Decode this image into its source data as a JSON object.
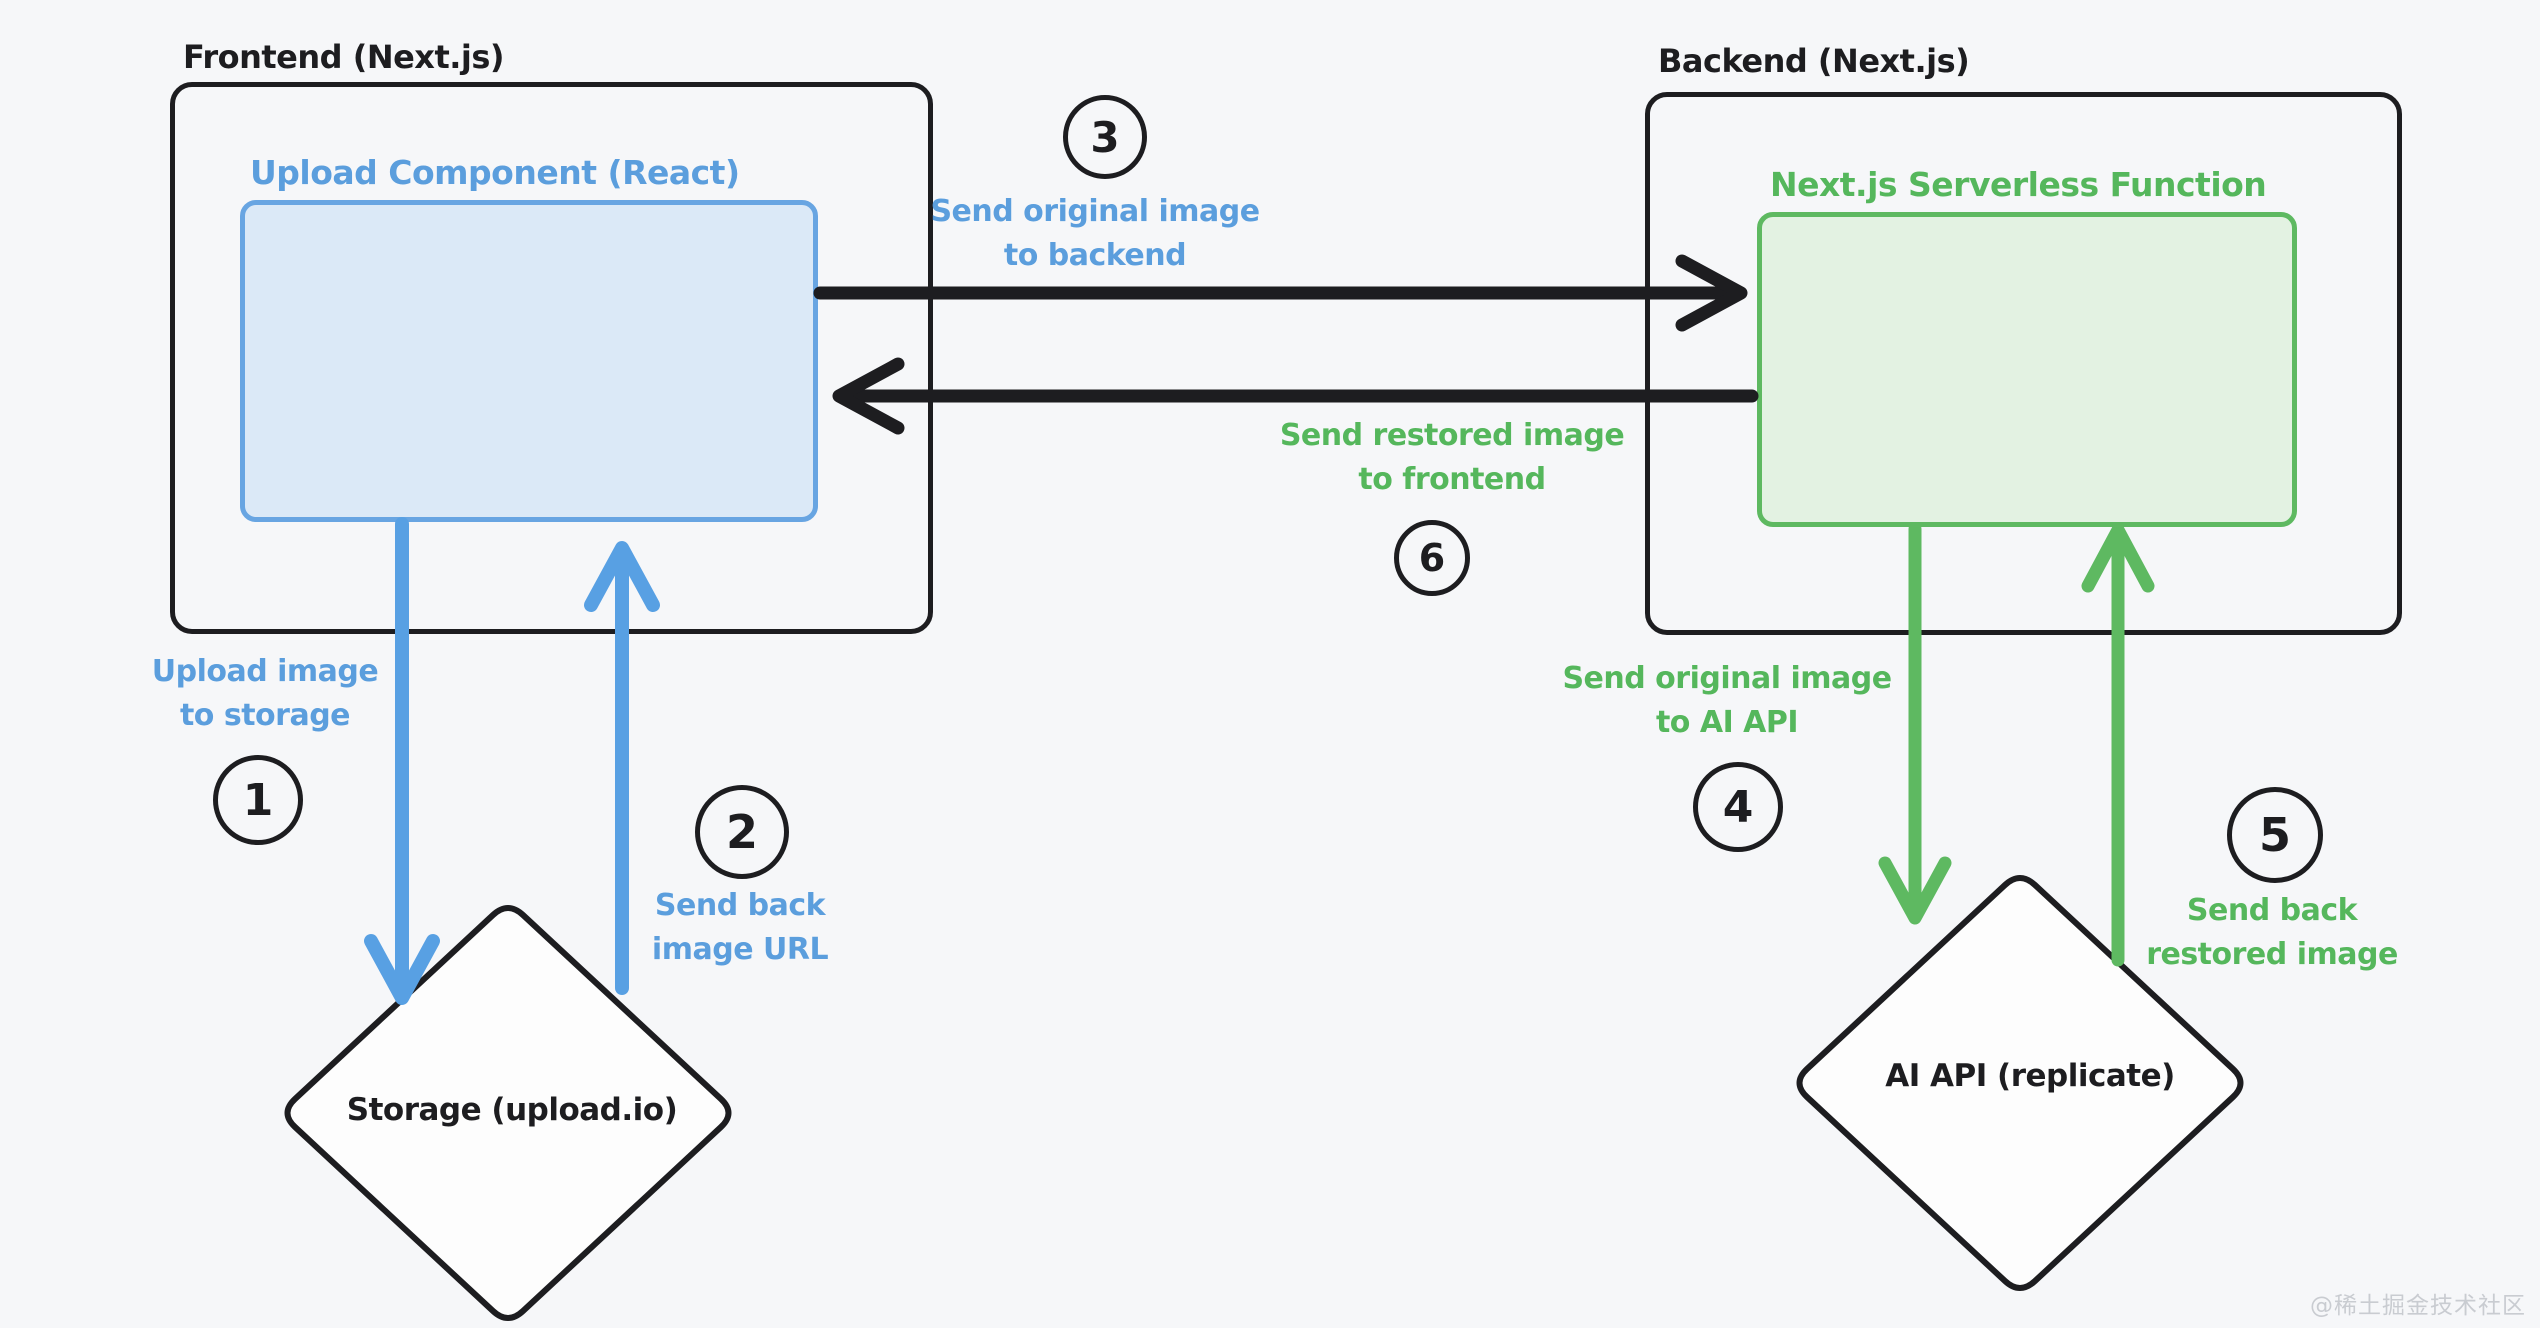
{
  "page": {
    "background": "#f6f7f9",
    "watermark": "@稀土掘金技术社区"
  },
  "palette": {
    "black": "#1d1d20",
    "blue": "#5b9edd",
    "blue_stroke": "#58a0e3",
    "blue_fill": "#dbe9f7",
    "green": "#55b75c",
    "green_stroke": "#5eb961",
    "green_fill": "#e3f2e2",
    "diamond_fill": "#fdfdfd"
  },
  "frontend": {
    "title": "Frontend (Next.js)",
    "component": {
      "title": "Upload Component (React)"
    }
  },
  "backend": {
    "title": "Backend (Next.js)",
    "function": {
      "title": "Next.js Serverless Function"
    }
  },
  "storage": {
    "label": "Storage (upload.io)"
  },
  "ai_api": {
    "label": "AI API (replicate)"
  },
  "steps": [
    {
      "number": "1",
      "label": "Upload image\nto storage",
      "color": "blue"
    },
    {
      "number": "2",
      "label": "Send back\nimage URL",
      "color": "blue"
    },
    {
      "number": "3",
      "label": "Send original image\nto backend",
      "color": "blue"
    },
    {
      "number": "4",
      "label": "Send original image\nto AI API",
      "color": "green"
    },
    {
      "number": "5",
      "label": "Send back\nrestored image",
      "color": "green"
    },
    {
      "number": "6",
      "label": "Send restored image\nto frontend",
      "color": "green"
    }
  ]
}
